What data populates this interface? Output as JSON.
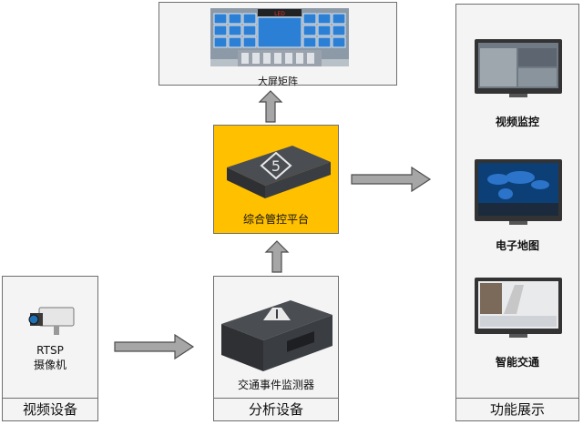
{
  "top": {
    "matrix_label": "大屏矩阵",
    "led_text": "LED"
  },
  "platform": {
    "label": "综合管控平台"
  },
  "source": {
    "device_label_line1": "RTSP",
    "device_label_line2": "摄像机",
    "footer": "视频设备"
  },
  "analysis": {
    "device_label": "交通事件监测器",
    "footer": "分析设备"
  },
  "functions": {
    "items": [
      "视频监控",
      "电子地图",
      "智能交通"
    ],
    "footer": "功能展示"
  },
  "colors": {
    "platform_fill": "#ffc000",
    "box_fill": "#f4f4f4",
    "arrow": "#a6a6a6"
  }
}
